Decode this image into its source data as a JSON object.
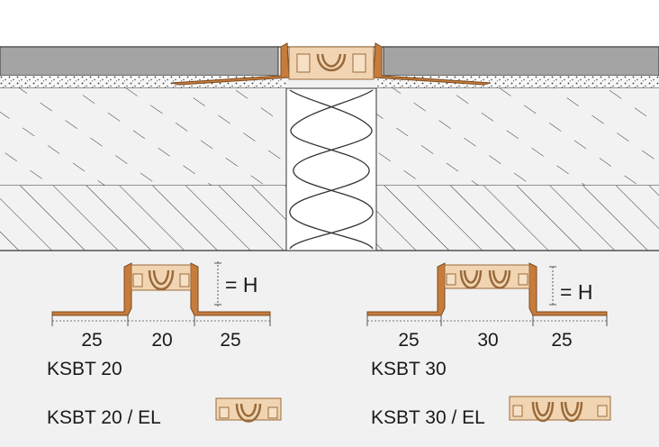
{
  "profiles": {
    "left": {
      "dims": [
        "25",
        "20",
        "25"
      ],
      "height_label": "= H",
      "name": "KSBT 20",
      "el_name": "KSBT 20 / EL"
    },
    "right": {
      "dims": [
        "25",
        "30",
        "25"
      ],
      "height_label": "= H",
      "name": "KSBT 30",
      "el_name": "KSBT 30 / EL"
    }
  },
  "colors": {
    "profile_fill": "#c77c3c",
    "profile_dark": "#7a4a1f",
    "insert_fill": "#f1d5b3",
    "insert_stroke": "#9a6a3a",
    "screed_gray": "#a4a4a4",
    "background_lower": "#f1f1f1"
  }
}
